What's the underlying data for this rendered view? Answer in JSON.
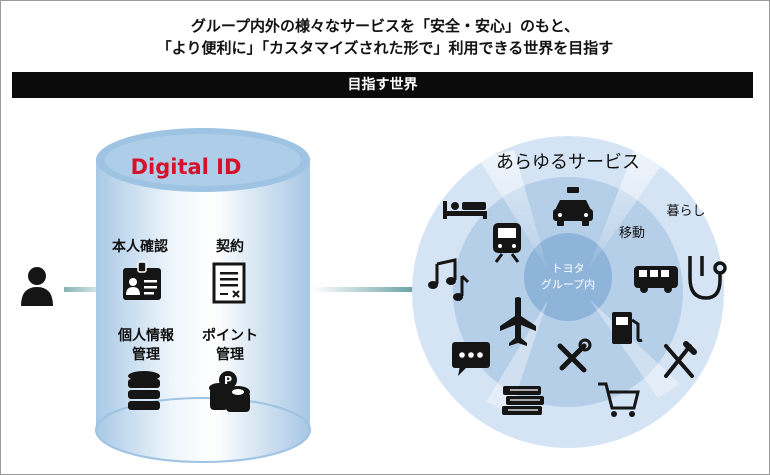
{
  "headline": {
    "line1": "グループ内外の様々なサービスを「安全・安心」のもと、",
    "line2": "「より便利に」「カスタマイズされた形で」利用できる世界を目指す"
  },
  "banner": {
    "label": "目指す世界"
  },
  "digital_id": {
    "title": "Digital ID",
    "items": {
      "identity": "本人確認",
      "contract": "契約",
      "personal_line1": "個人情報",
      "personal_line2": "管理",
      "points_line1": "ポイント",
      "points_line2": "管理"
    }
  },
  "services": {
    "outer_label": "あらゆるサービス",
    "living_label": "暮らし",
    "mobility_label": "移動",
    "center_line1": "トヨタ",
    "center_line2": "グループ内"
  },
  "colors": {
    "title_red": "#d8112a",
    "cylinder_blue": "#9fc3e3",
    "ring_outer": "#d5e4f4",
    "ring_middle": "#b6cfe9",
    "ring_inner": "#8fb4da",
    "icon_dark": "#151515",
    "connector": "#8fb7ba"
  },
  "icons": [
    "person-icon",
    "id-card-icon",
    "contract-icon",
    "database-icon",
    "coins-icon",
    "bed-icon",
    "music-icon",
    "chat-icon",
    "books-icon",
    "cart-icon",
    "cutlery-icon",
    "stethoscope-icon",
    "taxi-icon",
    "train-icon",
    "bus-icon",
    "airplane-icon",
    "fuel-pump-icon",
    "tools-icon"
  ]
}
